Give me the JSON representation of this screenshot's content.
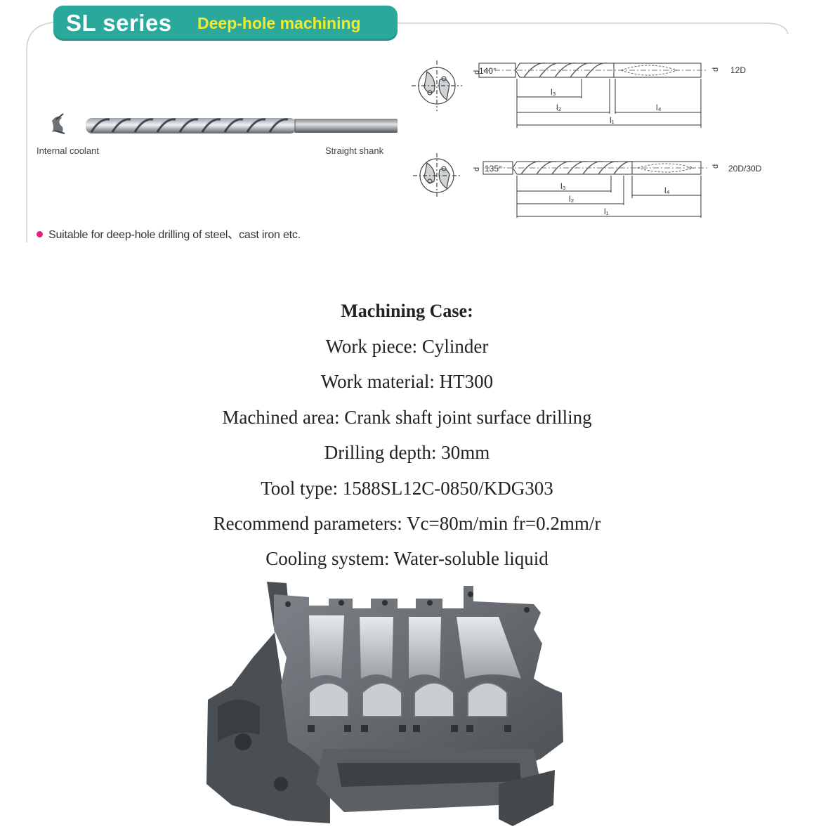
{
  "catalog": {
    "series_name": "SL series",
    "series_subtitle": "Deep-hole machining",
    "coolant_label": "Internal coolant",
    "shank_label": "Straight shank",
    "note": "Suitable for deep-hole drilling of steel、cast iron etc.",
    "colors": {
      "tab": "#2aa89b",
      "subtitle": "#f3ea2a",
      "bullet": "#e0207a"
    },
    "diagram_12d": {
      "angle": "140°",
      "length_tag": "12D",
      "dims": [
        "l₃",
        "l₂",
        "l₁",
        "l₄"
      ],
      "dia_left": "d",
      "dia_right": "d"
    },
    "diagram_2030d": {
      "angle": "135°",
      "length_tag": "20D/30D",
      "dims": [
        "l₃",
        "l₂",
        "l₁",
        "l₄"
      ],
      "dia_left": "d",
      "dia_right": "d"
    }
  },
  "case": {
    "title": "Machining Case:",
    "lines": [
      "Work piece: Cylinder",
      "Work material: HT300",
      "Machined area: Crank shaft joint surface drilling",
      "Drilling depth: 30mm",
      "Tool type: 1588SL12C-0850/KDG303",
      "Recommend parameters: Vc=80m/min fr=0.2mm/r",
      "Cooling system: Water-soluble liquid"
    ]
  }
}
